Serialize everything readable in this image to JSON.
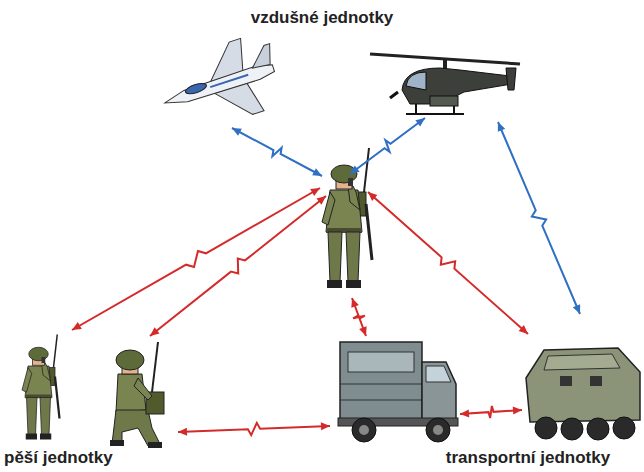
{
  "diagram": {
    "labels": [
      "vzdušné jednotky",
      "pěší jednotky",
      "transportní jednotky"
    ]
  }
}
